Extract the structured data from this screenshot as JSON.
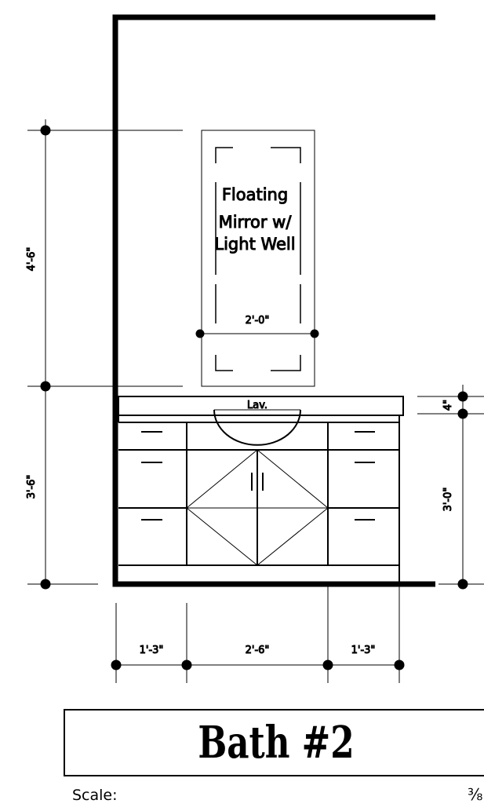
{
  "title": "Bath #2",
  "scale": {
    "label": "Scale:",
    "value": "⅜"
  },
  "mirror": {
    "label_lines": [
      "Floating",
      "Mirror w/",
      "Light Well"
    ],
    "width": "2'-0\""
  },
  "vanity": {
    "sink_label": "Lav."
  },
  "dimensions": {
    "left_upper": "4'-6\"",
    "left_lower": "3'-6\"",
    "right_counter": "4\"",
    "right_height": "3'-0\"",
    "bottom_left": "1'-3\"",
    "bottom_center": "2'-6\"",
    "bottom_right": "1'-3\""
  },
  "colors": {
    "line": "#000000",
    "background": "#ffffff"
  }
}
